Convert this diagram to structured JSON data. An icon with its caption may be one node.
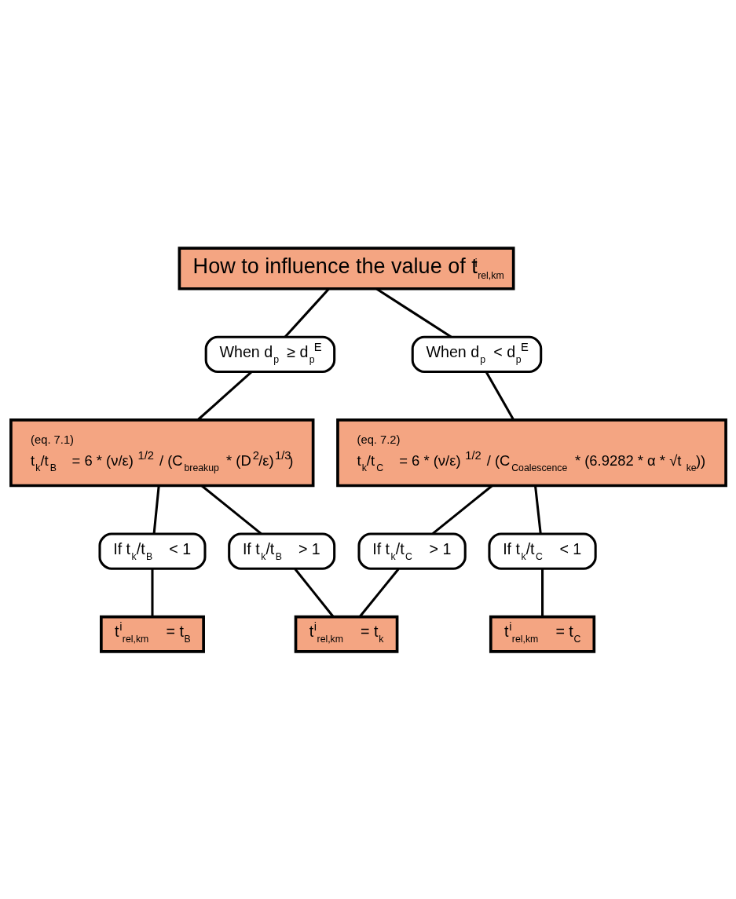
{
  "diagram": {
    "nodes": [
      {
        "text": [
          "How to influence the value of t$^{i}$$_{rel,km}$"
        ]
      },
      {
        "text": [
          "When d$_{p}$ ≥ d$_{p}$$^{E}$"
        ]
      },
      {
        "text": [
          "When d$_{p}$ < d$_{p}$$^{E}$"
        ]
      },
      {
        "text": [
          "(eq. 7.1)",
          "t$_{k}$/t$_{B}$ = 6 * (ν/ε)$^{1/2}$ / (C$_{breakup}$ * (D$^{2}$/ε)$^{1/3}$)"
        ]
      },
      {
        "text": [
          "(eq. 7.2)",
          "t$_{k}$/t$_{C}$ = 6 * (ν/ε)$^{1/2}$ / (C$_{Coalescence}$ * (6.9282 * α * √t$_{ke}$))"
        ]
      },
      {
        "text": [
          "If t$_{k}$/t$_{B}$ < 1"
        ]
      },
      {
        "text": [
          "If t$_{k}$/t$_{B}$ > 1"
        ]
      },
      {
        "text": [
          "If t$_{k}$/t$_{C}$ > 1"
        ]
      },
      {
        "text": [
          "If t$_{k}$/t$_{C}$ < 1"
        ]
      },
      {
        "text": [
          "t$^{i}$$_{rel,km}$ = t$_{B}$"
        ]
      },
      {
        "text": [
          "t$^{i}$$_{rel,km}$ = t$_{k}$"
        ]
      },
      {
        "text": [
          "t$^{i}$$_{rel,km}$ = t$_{C}$"
        ]
      }
    ],
    "edges": [
      {
        "from": 0,
        "to": 1,
        "arrow": "none"
      },
      {
        "from": 0,
        "to": 2,
        "arrow": "none"
      },
      {
        "from": 1,
        "to": 3,
        "arrow": "none"
      },
      {
        "from": 2,
        "to": 4,
        "arrow": "none"
      },
      {
        "from": 3,
        "to": 5,
        "arrow": "none"
      },
      {
        "from": 3,
        "to": 6,
        "arrow": "none"
      },
      {
        "from": 4,
        "to": 7,
        "arrow": "none"
      },
      {
        "from": 4,
        "to": 8,
        "arrow": "none"
      },
      {
        "from": 5,
        "to": 9,
        "arrow": "none"
      },
      {
        "from": 6,
        "to": 10,
        "arrow": "none"
      },
      {
        "from": 7,
        "to": 10,
        "arrow": "none"
      },
      {
        "from": 8,
        "to": 11,
        "arrow": "none"
      }
    ]
  }
}
